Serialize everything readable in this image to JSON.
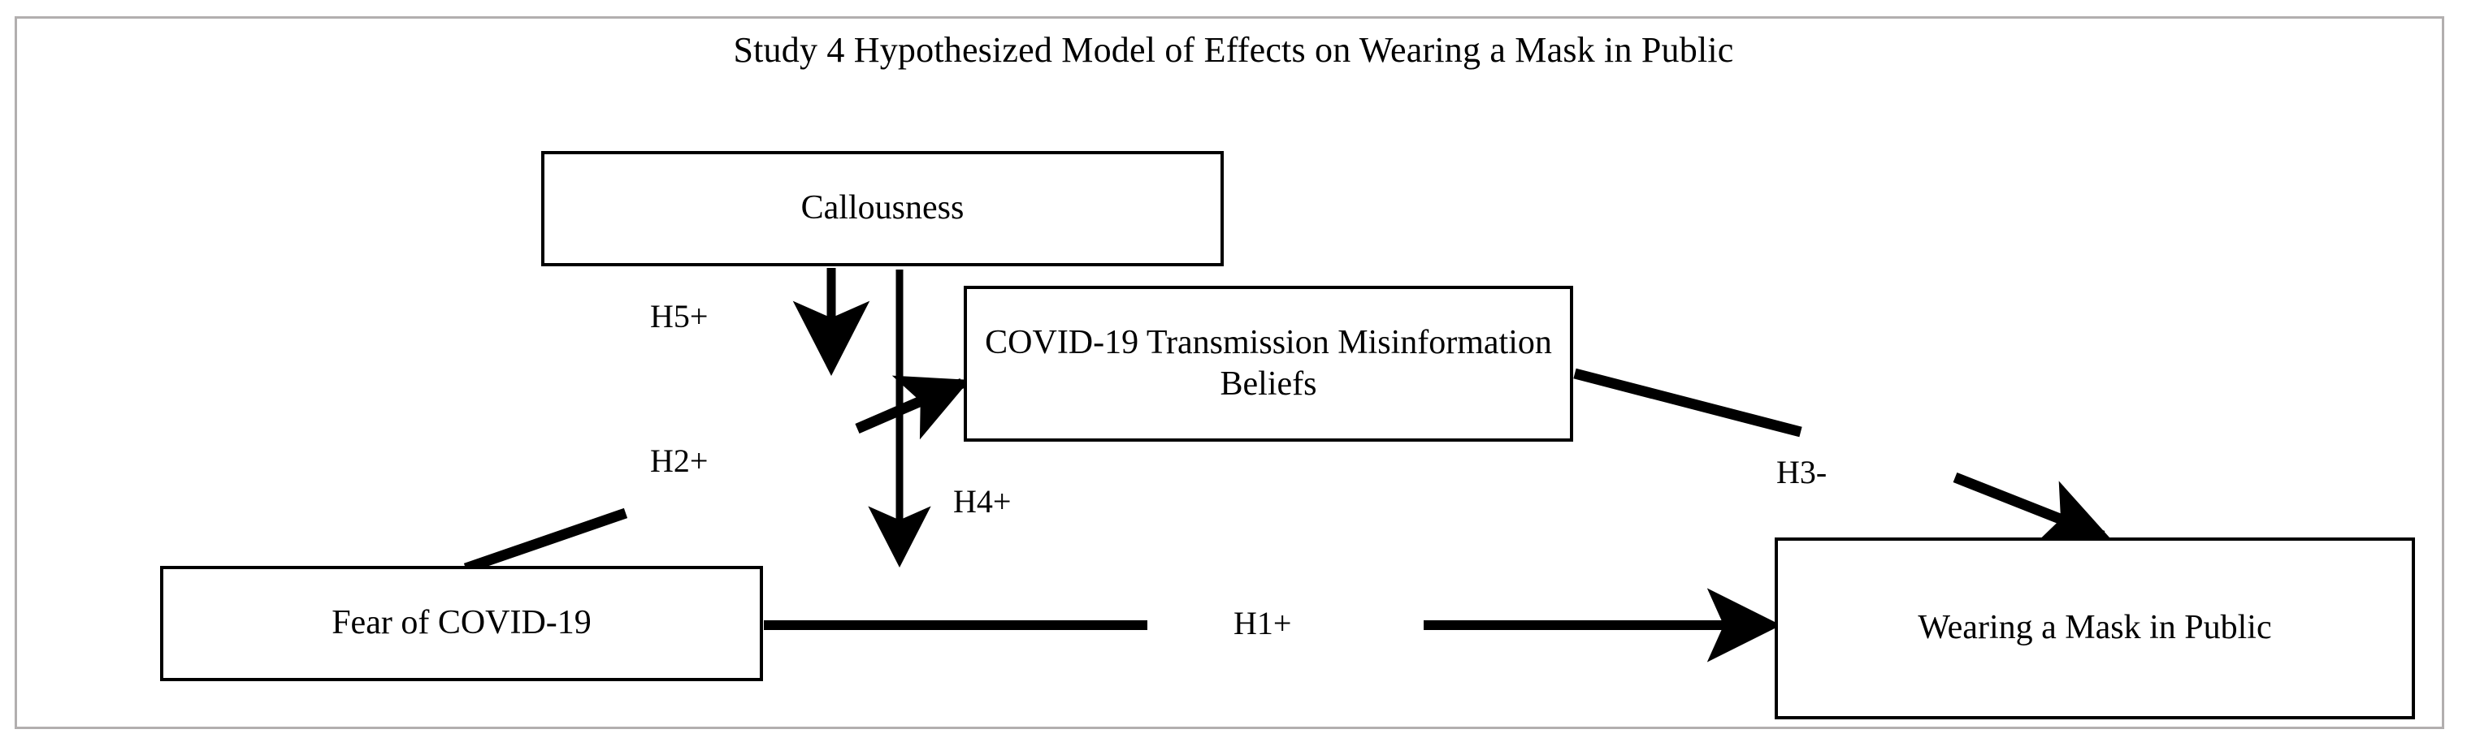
{
  "figure": {
    "title": "Study 4 Hypothesized Model of Effects on Wearing a Mask in Public",
    "frame_color": "#b2afaf",
    "box_border_color": "#000000",
    "arrow_color": "#000000",
    "background": "#ffffff"
  },
  "nodes": [
    {
      "id": "callousness",
      "label": "Callousness"
    },
    {
      "id": "misinformation",
      "label": "COVID-19 Transmission Misinformation Beliefs"
    },
    {
      "id": "fear",
      "label": "Fear of COVID-19"
    },
    {
      "id": "mask",
      "label": "Wearing a Mask in Public"
    }
  ],
  "paths": [
    {
      "id": "h1",
      "label": "H1+",
      "from": "fear",
      "to": "mask",
      "sign": "+"
    },
    {
      "id": "h2",
      "label": "H2+",
      "from": "fear",
      "to": "misinformation",
      "sign": "+"
    },
    {
      "id": "h3",
      "label": "H3-",
      "from": "misinformation",
      "to": "mask",
      "sign": "-"
    },
    {
      "id": "h4",
      "label": "H4+",
      "from": "callousness",
      "to": "fear",
      "sign": "+"
    },
    {
      "id": "h5",
      "label": "H5+",
      "from": "callousness",
      "to": "misinformation",
      "sign": "+"
    }
  ]
}
